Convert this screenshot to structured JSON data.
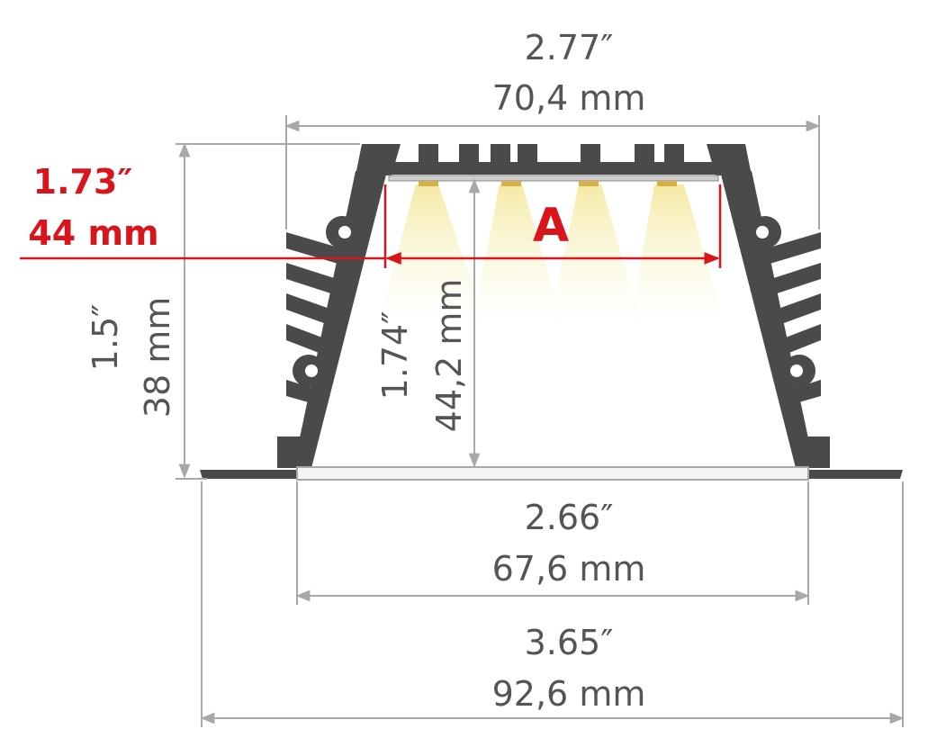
{
  "dimensions": {
    "top_width": {
      "inch": "2.77″",
      "mm": "70,4 mm"
    },
    "height": {
      "inch": "1.5″",
      "mm": "38 mm"
    },
    "inner_height": {
      "inch": "1.74″",
      "mm": "44,2 mm"
    },
    "led_width": {
      "inch": "1.73″",
      "mm": "44 mm"
    },
    "bottom_inner_width": {
      "inch": "2.66″",
      "mm": "67,6 mm"
    },
    "total_width": {
      "inch": "3.65″",
      "mm": "92,6 mm"
    }
  },
  "label": "A",
  "colors": {
    "profile": "#4a4a4a",
    "dimension_line": "#a8a8a8",
    "dimension_text": "#555555",
    "highlight": "#d9141b",
    "light_beam": "#f3e8a0"
  }
}
